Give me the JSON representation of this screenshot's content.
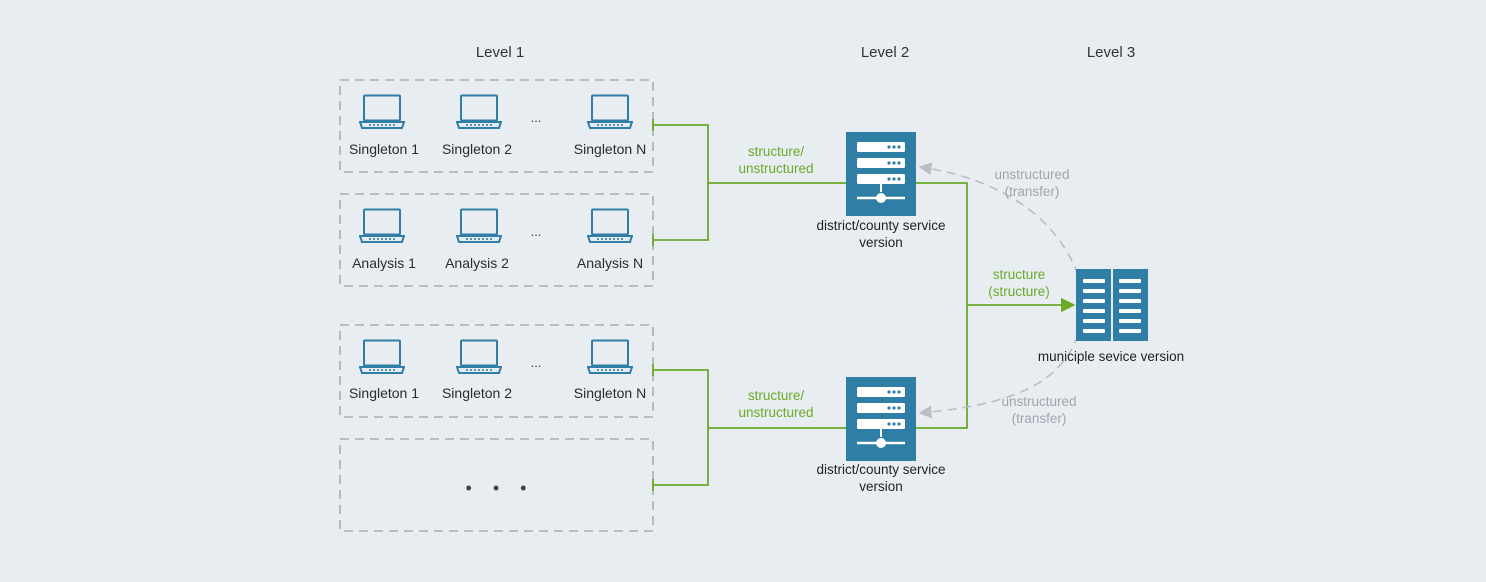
{
  "levels": [
    "Level 1",
    "Level 2",
    "Level 3"
  ],
  "group1": {
    "row1": [
      "Singleton 1",
      "Singleton 2",
      "Singleton N"
    ],
    "row2": [
      "Analysis 1",
      "Analysis 2",
      "Analysis N"
    ],
    "ellipsis": "..."
  },
  "group2": {
    "row1": [
      "Singleton 1",
      "Singleton 2",
      "Singleton N"
    ],
    "ellipsis": "...",
    "row2_dots": "• • •"
  },
  "links": {
    "top_link": [
      "structure/",
      "unstructured"
    ],
    "bottom_link": [
      "structure/",
      "unstructured"
    ],
    "to_municipal": [
      "structure",
      "(structure)"
    ],
    "transfer_top": [
      "unstructured",
      "(transfer)"
    ],
    "transfer_bottom": [
      "unstructured",
      "(transfer)"
    ]
  },
  "servers": {
    "district_top": [
      "district/county service",
      "version"
    ],
    "district_bottom": [
      "district/county service",
      "version"
    ],
    "municipal": "municiple sevice version"
  },
  "colors": {
    "background": "#e8edf2",
    "device_blue": "#2e7ea6",
    "server_blue": "#2e7ea6",
    "green_line": "#6aaa28",
    "dashed_gray": "#b9bec4",
    "box_dash": "#a9aeb4"
  },
  "icons": {
    "device": "laptop-icon",
    "district_server": "server-rack-icon",
    "municipal_server": "server-cabinet-icon"
  }
}
